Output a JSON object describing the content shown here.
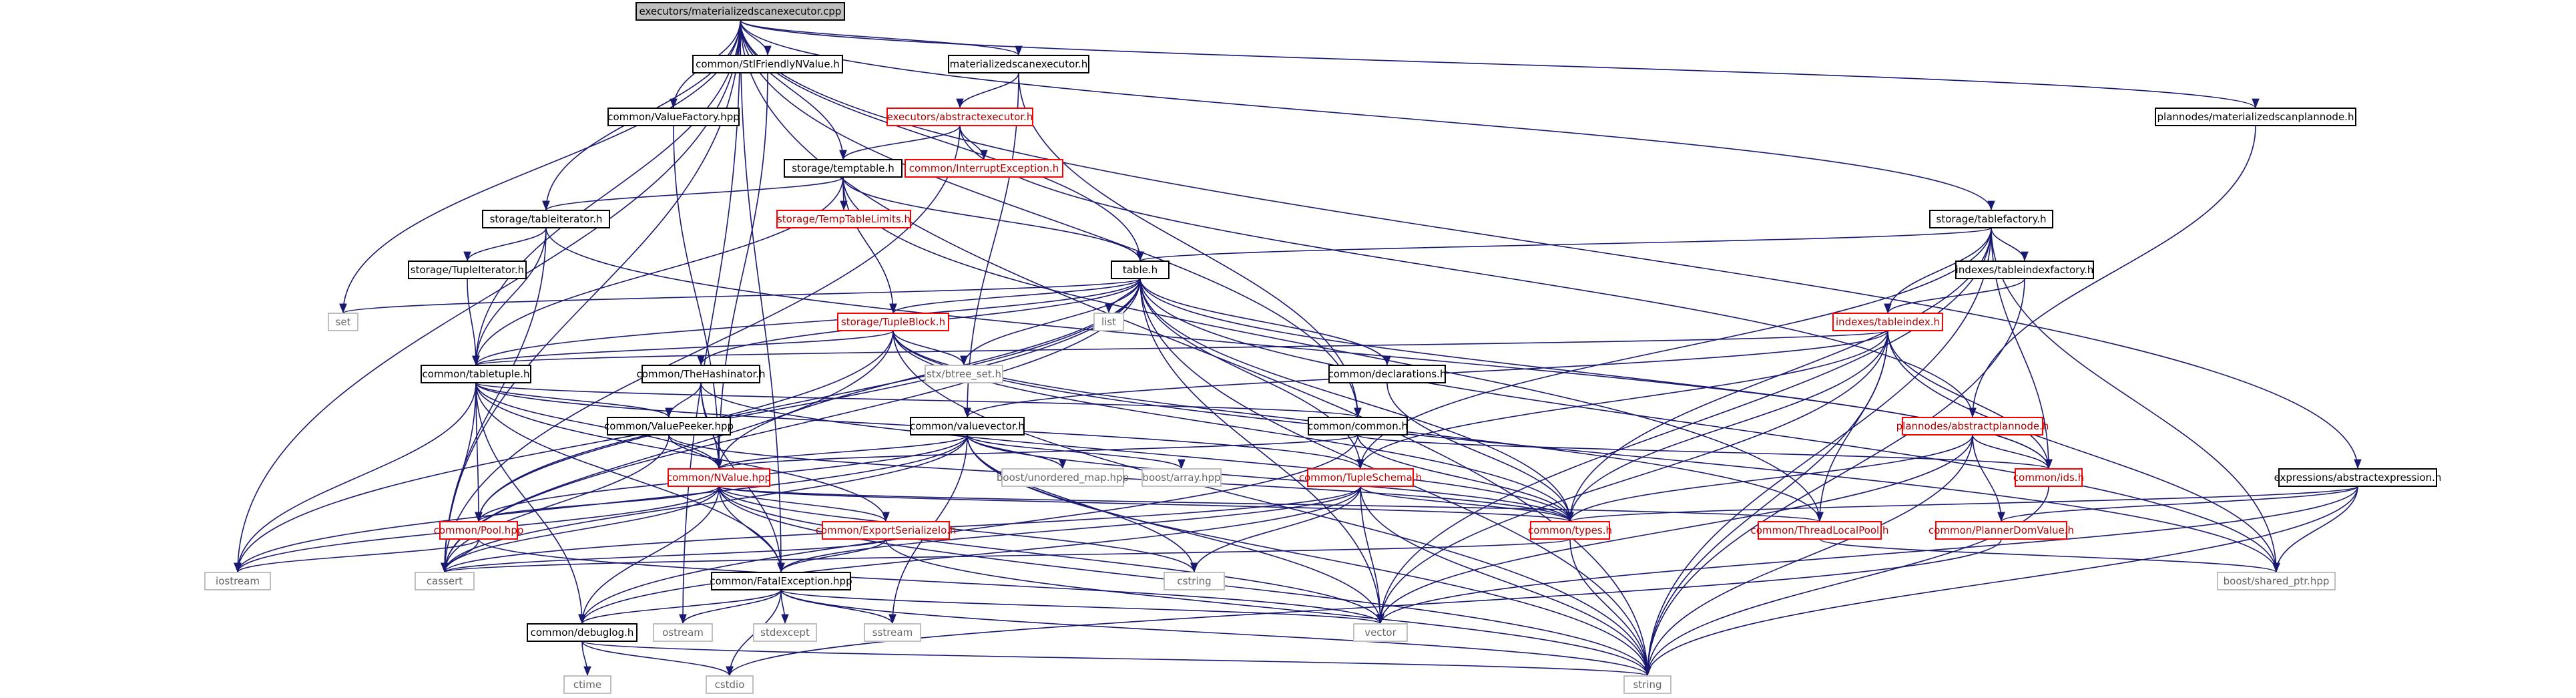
{
  "nodes": {
    "root": "executors/materializedscanexecutor.cpp",
    "stlfriendly": "common/StlFriendlyNValue.h",
    "matexec_h": "materializedscanexecutor.h",
    "plannodes_scan": "plannodes/materializedscanplannode.h",
    "valuefactory": "common/ValueFactory.hpp",
    "abstractexecutor": "executors/abstractexecutor.h",
    "interrupt": "common/InterruptException.h",
    "temptable": "storage/temptable.h",
    "tablefactory": "storage/tablefactory.h",
    "tempts": "storage/TempTableLimits.h",
    "tableiterator": "storage/tableiterator.h",
    "tupleiterator": "storage/TupleIterator.h",
    "table": "table.h",
    "indexfactory": "indexes/tableindexfactory.h",
    "tupleblock": "storage/TupleBlock.h",
    "tableindex": "indexes/tableindex.h",
    "tabletuple": "common/tabletuple.h",
    "hashinator": "common/TheHashinator.h",
    "declarations": "common/declarations.h",
    "valuevector": "common/valuevector.h",
    "valuepeeker": "common/ValuePeeker.hpp",
    "commoncommon": "common/common.h",
    "abstractplannode": "plannodes/abstractplannode.h",
    "nvalue": "common/NValue.hpp",
    "tupleschema": "common/TupleSchema.h",
    "ids": "common/ids.h",
    "abstractexpression": "expressions/abstractexpression.h",
    "pool": "common/Pool.hpp",
    "exportserialize": "common/ExportSerializeIo.h",
    "types": "common/types.h",
    "threadlocalpool": "common/ThreadLocalPool.h",
    "plannerdom": "common/PlannerDomValue.h",
    "fatal": "common/FatalException.hpp",
    "debuglog": "common/debuglog.h",
    "set": "set",
    "list": "list",
    "stxbtree": "stx/btree_set.h",
    "unordered": "boost/unordered_map.hpp",
    "array": "boost/array.hpp",
    "iostream": "iostream",
    "cassert": "cassert",
    "cstring": "cstring",
    "sharedptr": "boost/shared_ptr.hpp",
    "ostream": "ostream",
    "stdexcept": "stdexcept",
    "sstream": "sstream",
    "vector": "vector",
    "ctime": "ctime",
    "cstdio": "cstdio",
    "string": "string"
  },
  "colors": {
    "edge": "#191970",
    "root_fill": "#bfbfbf",
    "red_border": "#ff0000",
    "lib_border": "#bfbfbf"
  },
  "edges": [
    [
      "root",
      "stlfriendly"
    ],
    [
      "root",
      "matexec_h"
    ],
    [
      "root",
      "plannodes_scan"
    ],
    [
      "root",
      "valuefactory"
    ],
    [
      "root",
      "temptable"
    ],
    [
      "root",
      "tablefactory"
    ],
    [
      "root",
      "tableiterator"
    ],
    [
      "root",
      "table"
    ],
    [
      "root",
      "tabletuple"
    ],
    [
      "root",
      "commoncommon"
    ],
    [
      "root",
      "abstractexpression"
    ],
    [
      "root",
      "set"
    ],
    [
      "root",
      "iostream"
    ],
    [
      "root",
      "cassert"
    ],
    [
      "root",
      "ostream"
    ],
    [
      "root",
      "fatal"
    ],
    [
      "root",
      "string"
    ],
    [
      "matexec_h",
      "abstractexecutor"
    ],
    [
      "matexec_h",
      "commoncommon"
    ],
    [
      "matexec_h",
      "valuevector"
    ],
    [
      "abstractexecutor",
      "interrupt"
    ],
    [
      "abstractexecutor",
      "temptable"
    ],
    [
      "abstractexecutor",
      "abstractplannode"
    ],
    [
      "abstractexecutor",
      "cassert"
    ],
    [
      "stlfriendly",
      "nvalue"
    ],
    [
      "valuefactory",
      "nvalue"
    ],
    [
      "plannodes_scan",
      "abstractplannode"
    ],
    [
      "temptable",
      "tempts"
    ],
    [
      "temptable",
      "tableiterator"
    ],
    [
      "temptable",
      "table"
    ],
    [
      "temptable",
      "tupleblock"
    ],
    [
      "temptable",
      "tabletuple"
    ],
    [
      "temptable",
      "threadlocalpool"
    ],
    [
      "tableiterator",
      "tupleiterator"
    ],
    [
      "tableiterator",
      "tabletuple"
    ],
    [
      "tableiterator",
      "cassert"
    ],
    [
      "tableiterator",
      "ids"
    ],
    [
      "tupleiterator",
      "tabletuple"
    ],
    [
      "tablefactory",
      "table"
    ],
    [
      "tablefactory",
      "indexfactory"
    ],
    [
      "tablefactory",
      "tableindex"
    ],
    [
      "tablefactory",
      "tupleschema"
    ],
    [
      "tablefactory",
      "types"
    ],
    [
      "tablefactory",
      "ids"
    ],
    [
      "tablefactory",
      "vector"
    ],
    [
      "tablefactory",
      "string"
    ],
    [
      "tablefactory",
      "sharedptr"
    ],
    [
      "indexfactory",
      "tableindex"
    ],
    [
      "indexfactory",
      "string"
    ],
    [
      "table",
      "tupleblock"
    ],
    [
      "table",
      "tabletuple"
    ],
    [
      "table",
      "hashinator"
    ],
    [
      "table",
      "declarations"
    ],
    [
      "table",
      "tupleschema"
    ],
    [
      "table",
      "list"
    ],
    [
      "table",
      "set"
    ],
    [
      "table",
      "stxbtree"
    ],
    [
      "table",
      "types"
    ],
    [
      "table",
      "ids"
    ],
    [
      "table",
      "vector"
    ],
    [
      "table",
      "string"
    ],
    [
      "table",
      "sharedptr"
    ],
    [
      "table",
      "pool"
    ],
    [
      "table",
      "iostream"
    ],
    [
      "table",
      "cassert"
    ],
    [
      "table",
      "nvalue"
    ],
    [
      "tupleblock",
      "tabletuple"
    ],
    [
      "tupleblock",
      "stxbtree"
    ],
    [
      "tupleblock",
      "threadlocalpool"
    ],
    [
      "tupleblock",
      "types"
    ],
    [
      "tupleblock",
      "cassert"
    ],
    [
      "tupleblock",
      "pool"
    ],
    [
      "tupleblock",
      "string"
    ],
    [
      "tupleblock",
      "sharedptr"
    ],
    [
      "tableindex",
      "tabletuple"
    ],
    [
      "tableindex",
      "valuevector"
    ],
    [
      "tableindex",
      "tupleschema"
    ],
    [
      "tableindex",
      "types"
    ],
    [
      "tableindex",
      "ids"
    ],
    [
      "tableindex",
      "threadlocalpool"
    ],
    [
      "tableindex",
      "vector"
    ],
    [
      "tableindex",
      "string"
    ],
    [
      "tableindex",
      "sharedptr"
    ],
    [
      "tabletuple",
      "valuepeeker"
    ],
    [
      "tabletuple",
      "tupleschema"
    ],
    [
      "tabletuple",
      "nvalue"
    ],
    [
      "tabletuple",
      "pool"
    ],
    [
      "tabletuple",
      "exportserialize"
    ],
    [
      "tabletuple",
      "fatal"
    ],
    [
      "tabletuple",
      "debuglog"
    ],
    [
      "tabletuple",
      "iostream"
    ],
    [
      "tabletuple",
      "cassert"
    ],
    [
      "tabletuple",
      "commoncommon"
    ],
    [
      "hashinator",
      "nvalue"
    ],
    [
      "hashinator",
      "valuepeeker"
    ],
    [
      "hashinator",
      "fatal"
    ],
    [
      "hashinator",
      "types"
    ],
    [
      "declarations",
      "types"
    ],
    [
      "valuevector",
      "nvalue"
    ],
    [
      "valuevector",
      "unordered"
    ],
    [
      "valuevector",
      "array"
    ],
    [
      "valuevector",
      "pool"
    ],
    [
      "valuevector",
      "types"
    ],
    [
      "valuevector",
      "cassert"
    ],
    [
      "valuevector",
      "vector"
    ],
    [
      "valuevector",
      "string"
    ],
    [
      "valuevector",
      "iostream"
    ],
    [
      "valuevector",
      "sstream"
    ],
    [
      "valuevector",
      "cstring"
    ],
    [
      "valuepeeker",
      "nvalue"
    ],
    [
      "valuepeeker",
      "types"
    ],
    [
      "valuepeeker",
      "cassert"
    ],
    [
      "commoncommon",
      "nvalue"
    ],
    [
      "commoncommon",
      "types"
    ],
    [
      "commoncommon",
      "ids"
    ],
    [
      "commoncommon",
      "debuglog"
    ],
    [
      "abstractplannode",
      "ids"
    ],
    [
      "abstractplannode",
      "types"
    ],
    [
      "abstractplannode",
      "plannerdom"
    ],
    [
      "abstractplannode",
      "vector"
    ],
    [
      "abstractplannode",
      "string"
    ],
    [
      "nvalue",
      "pool"
    ],
    [
      "nvalue",
      "exportserialize"
    ],
    [
      "nvalue",
      "types"
    ],
    [
      "nvalue",
      "threadlocalpool"
    ],
    [
      "nvalue",
      "fatal"
    ],
    [
      "nvalue",
      "debuglog"
    ],
    [
      "nvalue",
      "cassert"
    ],
    [
      "nvalue",
      "iostream"
    ],
    [
      "nvalue",
      "vector"
    ],
    [
      "nvalue",
      "string"
    ],
    [
      "nvalue",
      "cstring"
    ],
    [
      "tupleschema",
      "types"
    ],
    [
      "tupleschema",
      "fatal"
    ],
    [
      "tupleschema",
      "debuglog"
    ],
    [
      "tupleschema",
      "vector"
    ],
    [
      "tupleschema",
      "string"
    ],
    [
      "tupleschema",
      "cstring"
    ],
    [
      "tupleschema",
      "cassert"
    ],
    [
      "ids",
      "string"
    ],
    [
      "abstractexpression",
      "types"
    ],
    [
      "abstractexpression",
      "plannerdom"
    ],
    [
      "abstractexpression",
      "sharedptr"
    ],
    [
      "abstractexpression",
      "vector"
    ],
    [
      "abstractexpression",
      "string"
    ],
    [
      "pool",
      "iostream"
    ],
    [
      "pool",
      "cassert"
    ],
    [
      "pool",
      "vector"
    ],
    [
      "exportserialize",
      "cassert"
    ],
    [
      "exportserialize",
      "string"
    ],
    [
      "exportserialize",
      "fatal"
    ],
    [
      "types",
      "cassert"
    ],
    [
      "types",
      "string"
    ],
    [
      "threadlocalpool",
      "sharedptr"
    ],
    [
      "plannerdom",
      "cstdio"
    ],
    [
      "fatal",
      "debuglog"
    ],
    [
      "fatal",
      "ostream"
    ],
    [
      "fatal",
      "stdexcept"
    ],
    [
      "fatal",
      "sstream"
    ],
    [
      "fatal",
      "cstdio"
    ],
    [
      "fatal",
      "vector"
    ],
    [
      "fatal",
      "string"
    ],
    [
      "debuglog",
      "ctime"
    ],
    [
      "debuglog",
      "cstdio"
    ],
    [
      "debuglog",
      "string"
    ]
  ]
}
